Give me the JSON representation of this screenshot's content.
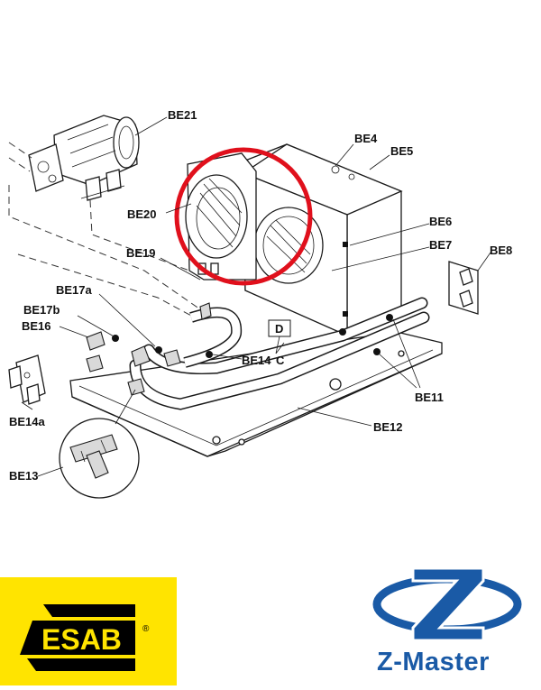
{
  "diagram": {
    "labels": {
      "be21": "BE21",
      "be4": "BE4",
      "be5": "BE5",
      "be20": "BE20",
      "be6": "BE6",
      "be7": "BE7",
      "be8": "BE8",
      "be19": "BE19",
      "be17a": "BE17a",
      "be17b": "BE17b",
      "be16": "BE16",
      "be14c": "BE14",
      "be14c_letter": "C",
      "callout_d": "D",
      "be11": "BE11",
      "be14a": "BE14a",
      "be12": "BE12",
      "be13": "BE13"
    },
    "highlight_color": "#e0101c"
  },
  "logos": {
    "esab": {
      "text": "ESAB",
      "registered": "®",
      "background": "#ffe400"
    },
    "zmaster": {
      "text": "Z-Master",
      "color": "#1a5aa6"
    }
  }
}
